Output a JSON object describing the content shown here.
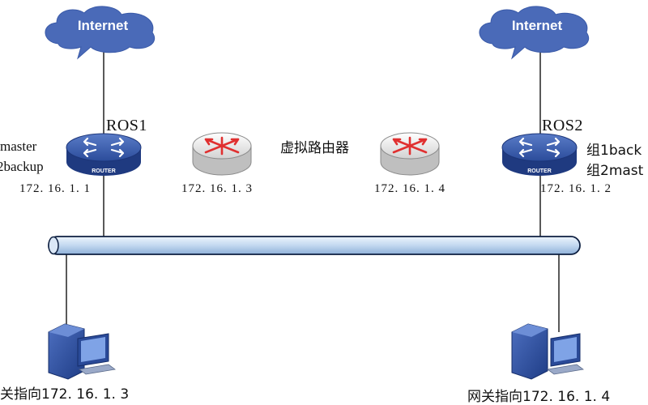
{
  "internet_left": {
    "label": "Internet"
  },
  "internet_right": {
    "label": "Internet"
  },
  "ros1": {
    "name": "ROS1",
    "group1_role": "master",
    "group2_role": "2backup",
    "ip": "172. 16. 1. 1",
    "badge": "ROUTER"
  },
  "ros2": {
    "name": "ROS2",
    "group1_role": "组1back",
    "group2_role": "组2mast",
    "ip": "172. 16. 1. 2",
    "badge": "ROUTER"
  },
  "virtual_router": {
    "label": "虚拟路由器",
    "ip_a": "172. 16. 1. 3",
    "ip_b": "172. 16. 1. 4"
  },
  "pc_left": {
    "label": "关指向172. 16. 1. 3"
  },
  "pc_right": {
    "label": "网关指向172. 16. 1. 4"
  },
  "colors": {
    "cloud": "#4a6ab8",
    "router_blue": "#2f4f9e",
    "router_gray": "#e4e4e4",
    "arrow_red": "#e03030",
    "bus": "#c9dcf2",
    "line": "#000000"
  }
}
